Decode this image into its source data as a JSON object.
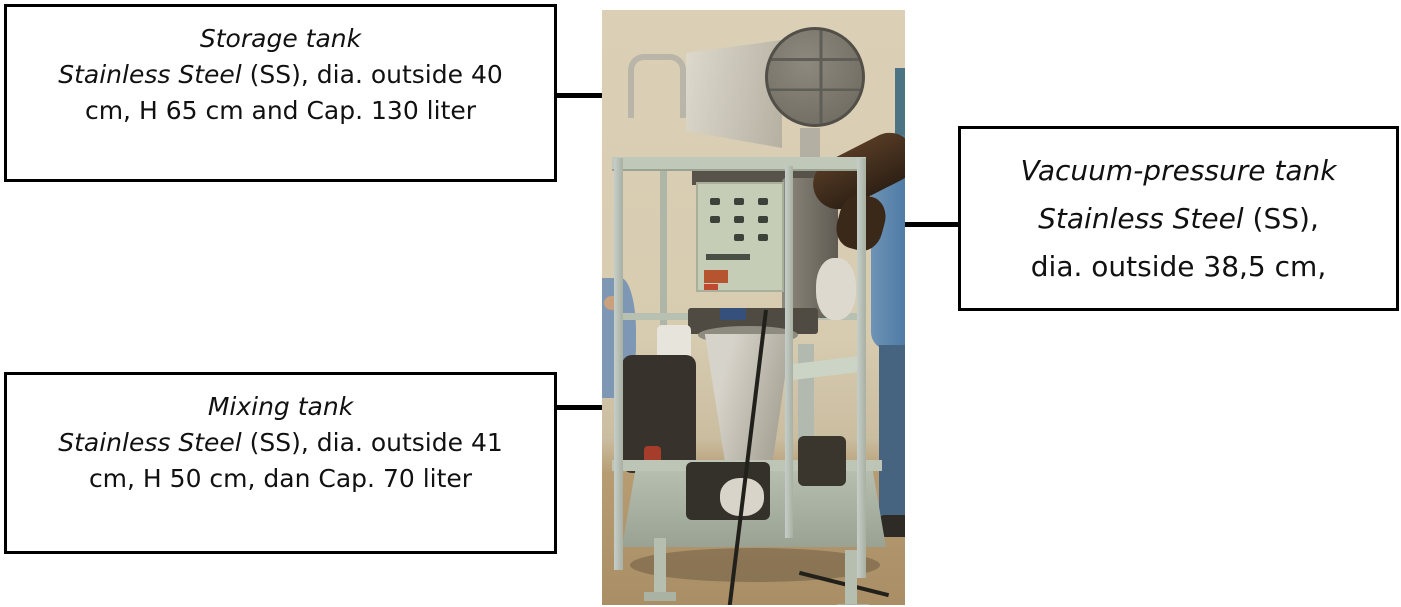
{
  "figure": {
    "callouts": {
      "storage": {
        "line1": "Storage tank",
        "line2_italic": "Stainless Steel",
        "line2_rest": " (SS), dia. outside 40",
        "line3": "cm, H 65 cm and Cap. 130 liter"
      },
      "vacuum": {
        "line1": "Vacuum-pressure tank",
        "line2_italic": "Stainless Steel",
        "line2_rest": " (SS),",
        "line3": "dia. outside 38,5 cm,"
      },
      "mixing": {
        "line1": "Mixing tank",
        "line2_italic": "Stainless Steel",
        "line2_rest": " (SS), dia. outside 41",
        "line3": "cm, H 50 cm, dan Cap. 70 liter"
      }
    },
    "colors": {
      "box_border": "#000000",
      "arrow": "#000000",
      "wall_beige": "#d7cbb0",
      "floor_tan": "#b79c72",
      "frame_gray_green": "#bdc5b7",
      "panel_sage": "#c6cdb6",
      "tank_steel": "#c9c5ba",
      "shirt_blue": "#4f7ba6",
      "red_label": "#b5542f"
    }
  }
}
